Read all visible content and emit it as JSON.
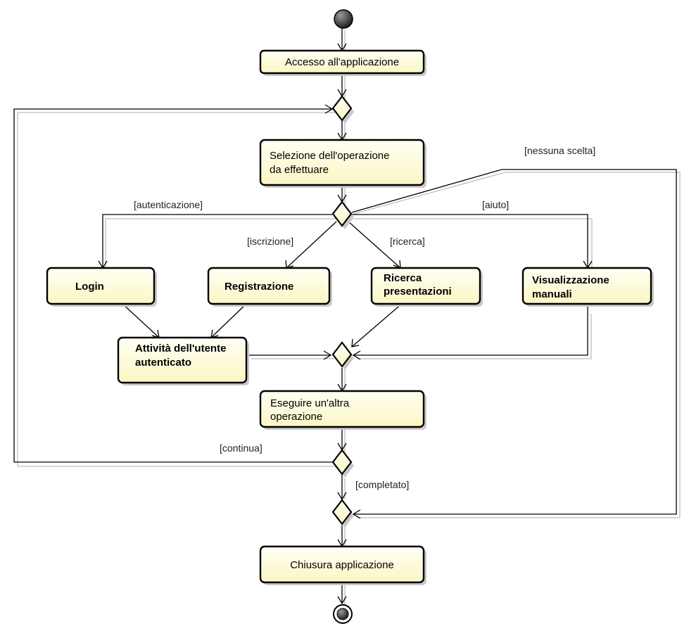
{
  "diagram": {
    "actions": {
      "accesso": "Accesso all'applicazione",
      "selezione_1": "Selezione dell'operazione",
      "selezione_2": "da effettuare",
      "login": "Login",
      "registrazione": "Registrazione",
      "ricerca_1": "Ricerca",
      "ricerca_2": "presentazioni",
      "visualizzazione_1": "Visualizzazione",
      "visualizzazione_2": "manuali",
      "attivita_1": "Attività dell'utente",
      "attivita_2": "autenticato",
      "eseguire_1": "Eseguire un'altra",
      "eseguire_2": "operazione",
      "chiusura": "Chiusura applicazione"
    },
    "guards": {
      "nessuna_scelta": "[nessuna scelta]",
      "autenticazione": "[autenticazione]",
      "aiuto": "[aiuto]",
      "iscrizione": "[iscrizione]",
      "ricerca": "[ricerca]",
      "continua": "[continua]",
      "completato": "[completato]"
    }
  }
}
